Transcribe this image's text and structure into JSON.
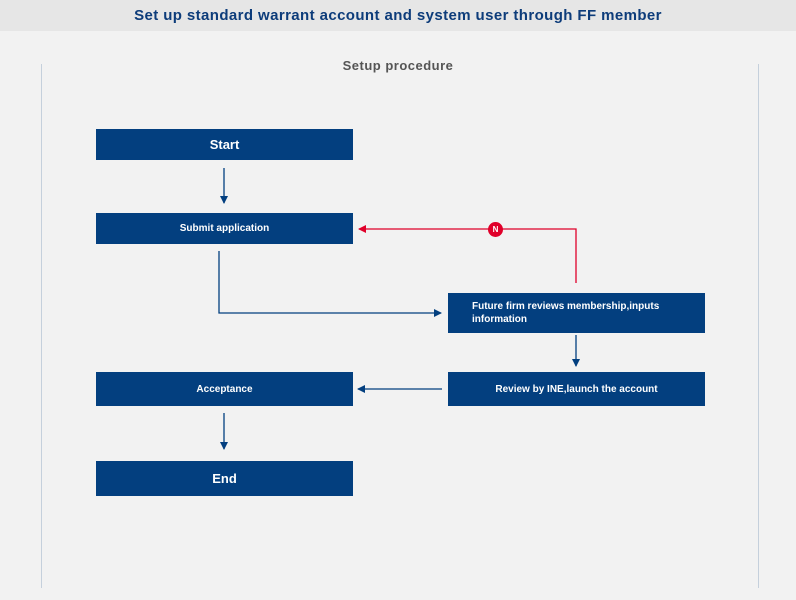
{
  "header": {
    "title": "Set up standard warrant account and system user through FF member"
  },
  "diagram": {
    "subtitle": "Setup procedure",
    "steps": {
      "start": "Start",
      "submit": "Submit application",
      "review_firm": "Future firm reviews membership,inputs information",
      "review_ine": "Review by INE,launch the account",
      "acceptance": "Acceptance",
      "end": "End"
    },
    "reject_label": "N"
  },
  "colors": {
    "box": "#033f7f",
    "arrow": "#033f7f",
    "reject": "#e0002a",
    "header_text": "#0d3c7a"
  }
}
